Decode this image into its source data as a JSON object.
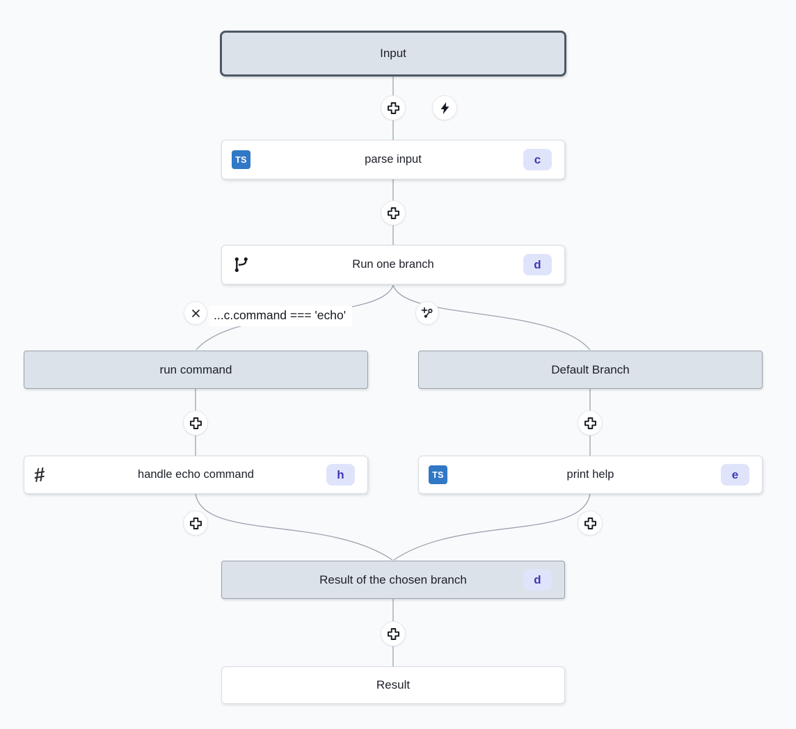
{
  "app": {
    "view": "flow-editor-graph"
  },
  "colors": {
    "canvas_bg": "#f8fafc",
    "edge": "#9ca3af",
    "header_fill": "#dbe2e9",
    "header_border": "#99a1ab",
    "input_border": "#4d5866",
    "node_bg": "#ffffff",
    "node_border": "#d9dde2",
    "badge_bg": "#dfe4fb",
    "badge_text": "#3f38b5",
    "typescript_blue": "#3178c6",
    "glyph_dark": "#16191f"
  },
  "icons": {
    "ts_label": "TS",
    "hash_char": "#"
  },
  "nodes": {
    "input": {
      "label": "Input"
    },
    "parse_input": {
      "label": "parse input",
      "badge": "c",
      "icon": "typescript-icon"
    },
    "run_one_branch": {
      "label": "Run one branch",
      "badge": "d",
      "icon": "git-branch-icon"
    },
    "run_command": {
      "label": "run command"
    },
    "default_branch": {
      "label": "Default Branch"
    },
    "handle_echo": {
      "label": "handle echo command",
      "badge": "h",
      "icon": "hash-icon"
    },
    "print_help": {
      "label": "print help",
      "badge": "e",
      "icon": "typescript-icon"
    },
    "result_chosen": {
      "label": "Result of the chosen branch",
      "badge": "d"
    },
    "result": {
      "label": "Result"
    }
  },
  "condition": {
    "label": "...c.command === 'echo'"
  },
  "edge_buttons": [
    "insert-step-plus",
    "trigger-bolt",
    "remove-branch-x",
    "add-branch"
  ]
}
